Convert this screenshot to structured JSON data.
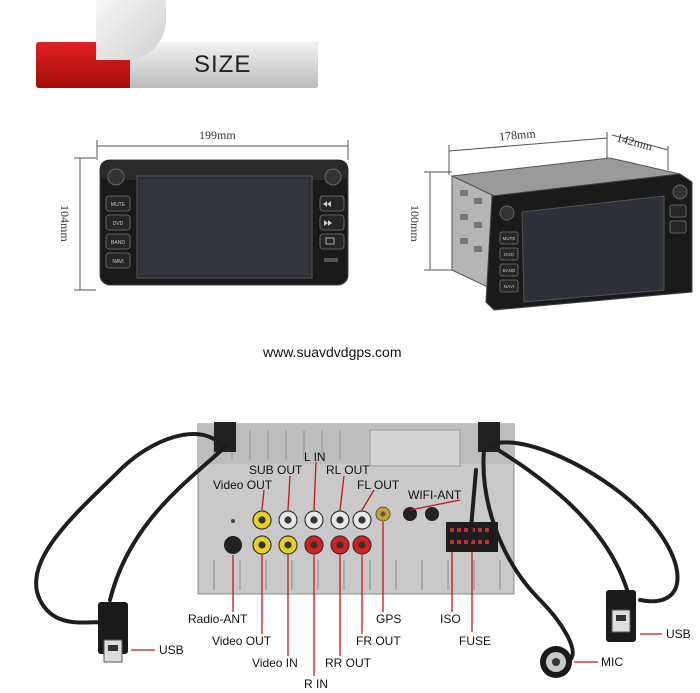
{
  "banner": {
    "label": "SIZE"
  },
  "dimensions": {
    "front_width": "199mm",
    "front_height": "104mm",
    "side_width": "178mm",
    "side_depth": "142mm",
    "side_height": "100mm"
  },
  "front_buttons_left": [
    "MUTE",
    "DVD",
    "BAND",
    "NAVI"
  ],
  "side_buttons_left": [
    "MUTE",
    "DVD",
    "BAND",
    "NAVI"
  ],
  "website": "www.suavdvdgps.com",
  "connectors": {
    "video_out_top": "Video OUT",
    "sub_out": "SUB OUT",
    "l_in": "L IN",
    "rl_out": "RL OUT",
    "fl_out": "FL OUT",
    "wifi_ant": "WIFI-ANT",
    "usb_left": "USB",
    "usb_right": "USB",
    "radio_ant": "Radio-ANT",
    "video_out_bottom": "Video OUT",
    "video_in": "Video IN",
    "r_in": "R IN",
    "rr_out": "RR OUT",
    "fr_out": "FR OUT",
    "gps": "GPS",
    "iso": "ISO",
    "fuse": "FUSE",
    "mic": "MIC"
  }
}
